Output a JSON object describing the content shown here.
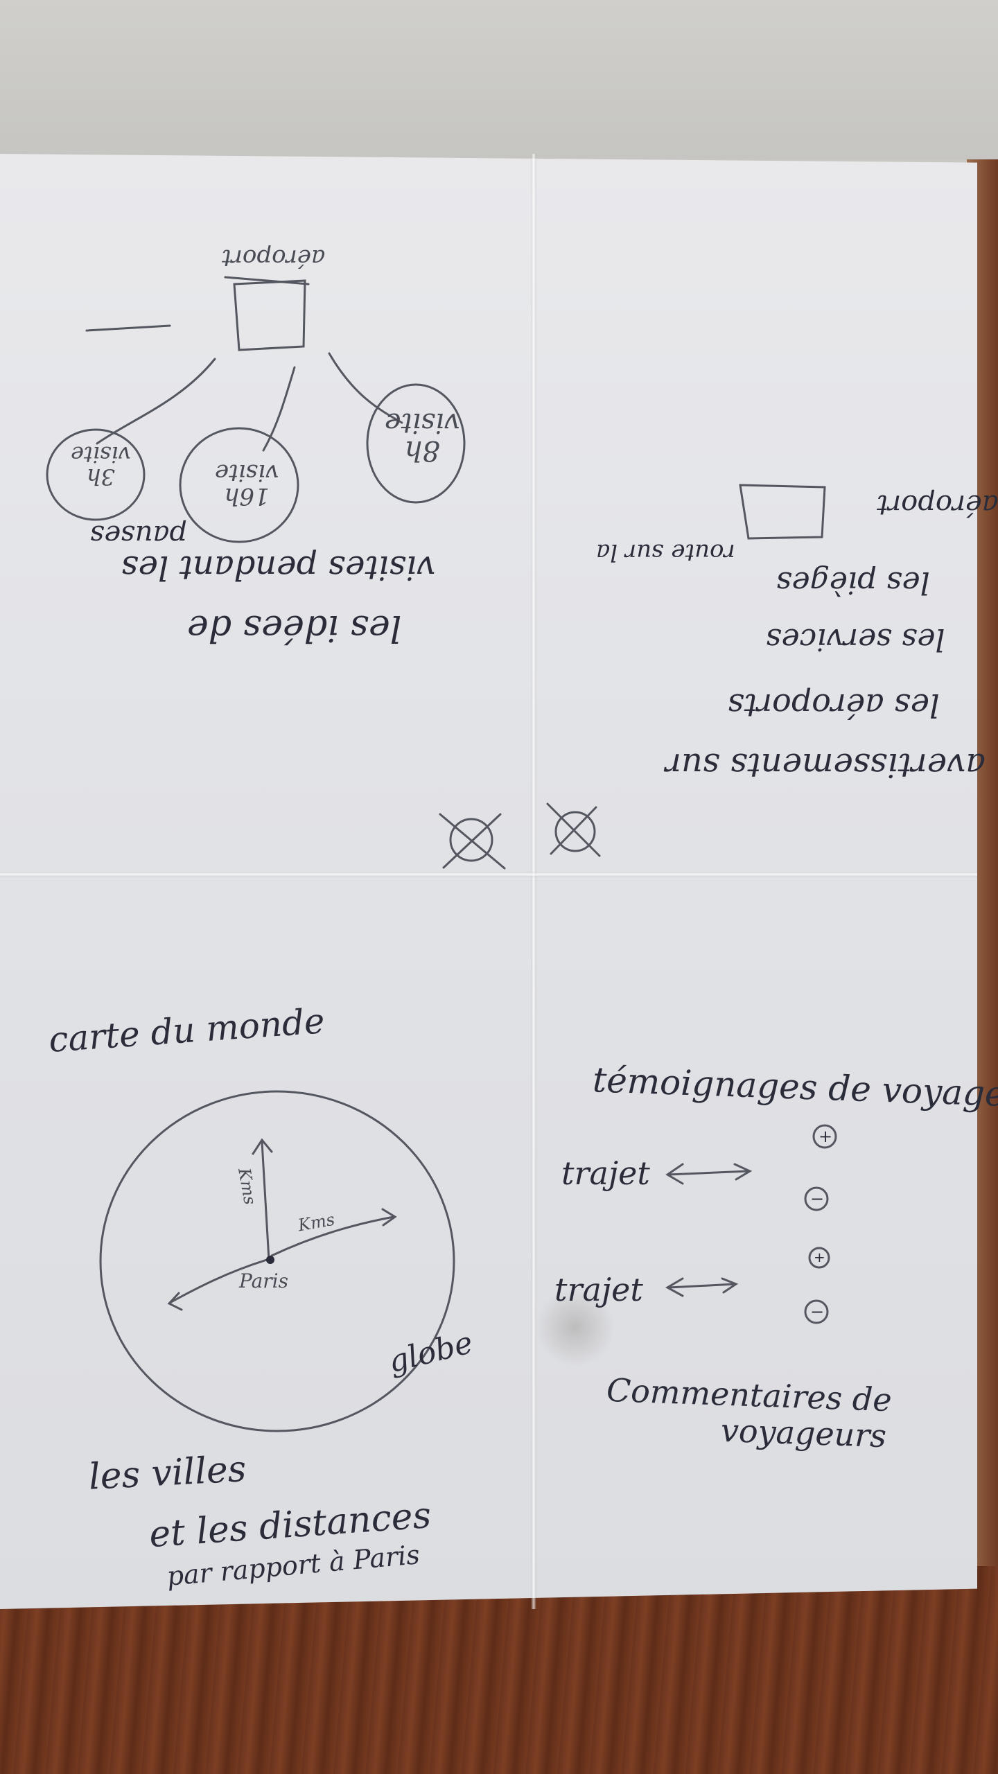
{
  "photo": {
    "subject": "folded-paper-sketch",
    "colors": {
      "wall": "#c9c7c2",
      "paper": "#e4e5e9",
      "ink": "#2a2c3a",
      "pencil": "#4a4c55",
      "table": "#6e371f"
    }
  },
  "top_left_panel": {
    "label_airport": "aéroport",
    "bubble_1": "3h\nvisite",
    "bubble_2": "16h\nvisite",
    "bubble_3": "8h\nvisite",
    "idea_line_1": "les idées de",
    "idea_line_2": "visites pendant les",
    "idea_line_3": "pauses"
  },
  "top_right_panel": {
    "line_1": "avertissements sur",
    "line_2": "les aéroports",
    "line_3": "les services",
    "line_4": "les pièges",
    "line_5": "route sur la",
    "line_6": "aéroport"
  },
  "bottom_left_panel": {
    "title": "carte du monde",
    "axis_up": "Kms",
    "axis_right": "Kms",
    "center": "Paris",
    "globe": "globe",
    "caption_1": "les villes",
    "caption_2": "et les distances",
    "caption_3": "par rapport à Paris"
  },
  "bottom_right_panel": {
    "title": "témoignages de voyageurs",
    "trajet_1": "trajet",
    "trajet_2": "trajet",
    "plus_1": "+",
    "minus_1": "−",
    "plus_2": "+",
    "minus_2": "−",
    "comments_1": "Commentaires de",
    "comments_2": "voyageurs"
  }
}
